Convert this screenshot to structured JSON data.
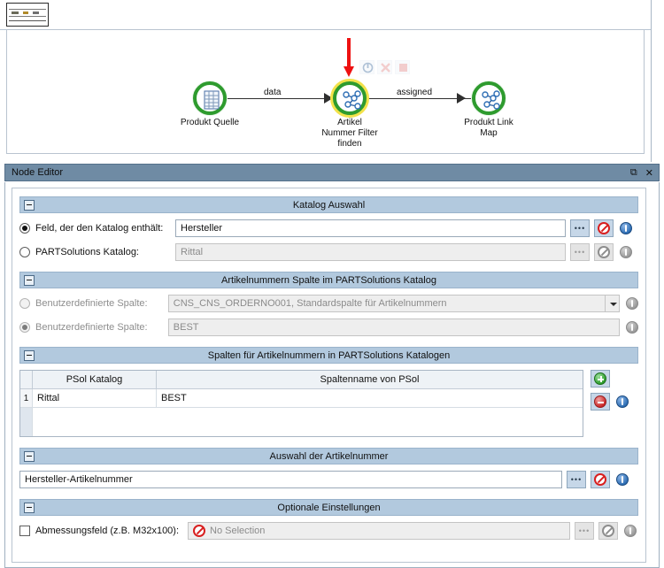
{
  "tab": {
    "name": "graph-tab",
    "icon": "flow-diagram-icon"
  },
  "graph": {
    "nodes": [
      {
        "id": "produkt-quelle",
        "icon": "table-source-icon",
        "lines": [
          "Produkt Quelle"
        ],
        "highlight": false
      },
      {
        "id": "artikel-nummer-filter-finden",
        "icon": "graph-node-icon",
        "lines": [
          "Artikel",
          "Nummer Filter",
          "finden"
        ],
        "highlight": true
      },
      {
        "id": "produkt-link-map",
        "icon": "graph-node-icon",
        "lines": [
          "Produkt Link",
          "Map"
        ],
        "highlight": false
      }
    ],
    "edges": [
      {
        "label": "data"
      },
      {
        "label": "assigned"
      }
    ],
    "toolbar": [
      {
        "name": "execute-icon"
      },
      {
        "name": "cancel-icon"
      },
      {
        "name": "stop-icon"
      }
    ],
    "annotation": {
      "name": "red-pointer-arrow"
    }
  },
  "node_editor": {
    "title": "Node Editor",
    "window_icons": {
      "restore": "⧉",
      "close": "✕"
    }
  },
  "sections": {
    "katalog_auswahl": {
      "title": "Katalog Auswahl",
      "rows": [
        {
          "radio_label": "Feld, der den Katalog enthält:",
          "selected": true,
          "value": "Hersteller",
          "enabled": true
        },
        {
          "radio_label": "PARTSolutions Katalog:",
          "selected": false,
          "value": "Rittal",
          "enabled": false
        }
      ]
    },
    "artikelnummern_spalte": {
      "title": "Artikelnummern Spalte im PARTSolutions Katalog",
      "rows": [
        {
          "radio_label": "Benutzerdefinierte Spalte:",
          "selected": false,
          "value": "CNS_CNS_ORDERNO001, Standardspalte für Artikelnummern",
          "enabled": false,
          "control": "combo"
        },
        {
          "radio_label": "Benutzerdefinierte Spalte:",
          "selected": true,
          "value": "BEST",
          "enabled": false,
          "control": "text"
        }
      ]
    },
    "spalten_tabelle": {
      "title": "Spalten für Artikelnummern in PARTSolutions Katalogen",
      "columns": [
        "PSol Katalog",
        "Spaltenname von PSol"
      ],
      "rows": [
        {
          "index": "1",
          "psol_katalog": "Rittal",
          "spaltenname": "BEST"
        }
      ],
      "buttons": [
        {
          "name": "add-row-button",
          "icon": "plus-circle-icon"
        },
        {
          "name": "remove-row-button",
          "icon": "minus-circle-icon"
        }
      ]
    },
    "auswahl_artikelnummer": {
      "title": "Auswahl der Artikelnummer",
      "value": "Hersteller-Artikelnummer",
      "enabled": true
    },
    "optionale_einstellungen": {
      "title": "Optionale Einstellungen",
      "checkbox_label": "Abmessungsfeld (z.B. M32x100):",
      "checked": false,
      "value": "No Selection",
      "enabled": false
    }
  },
  "common": {
    "browse_label": "•••",
    "ban_icon": "no-selection-icon",
    "info_icon": "info-icon"
  },
  "colors": {
    "title_bar": "#6f8ba4",
    "section_header": "#b2c9de",
    "node_ring": "#2e9b2e",
    "highlight": "#f2e24a",
    "arrow_red": "#ee1111",
    "button_face": "#c6d7e8"
  }
}
